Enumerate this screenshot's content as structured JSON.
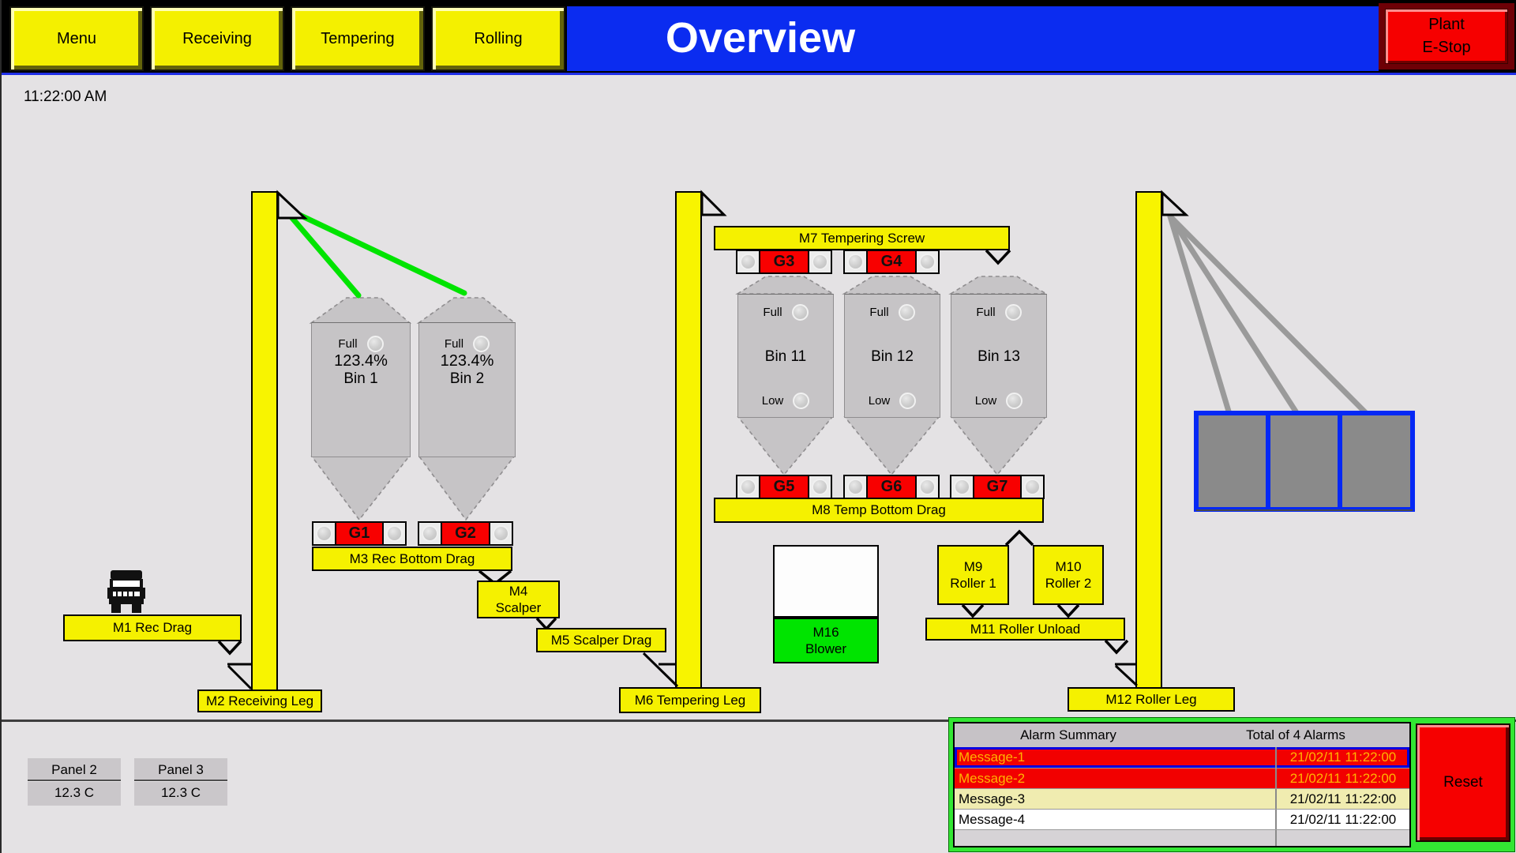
{
  "colors": {
    "title_blue": "#0b2cf0",
    "equipment_yellow": "#f5f100",
    "alarm_red": "#f20000",
    "run_green": "#00e400",
    "gate_red": "#f80000",
    "selected_row_blue": "#0000e0",
    "alarm_frame_green": "#33e633"
  },
  "header": {
    "nav": [
      {
        "label": "Menu"
      },
      {
        "label": "Receiving"
      },
      {
        "label": "Tempering"
      },
      {
        "label": "Rolling"
      }
    ],
    "title": "Overview",
    "estop_line1": "Plant",
    "estop_line2": "E-Stop"
  },
  "clock": "11:22:00 AM",
  "receiving": {
    "m1_label": "M1 Rec Drag",
    "m2_label": "M2 Receiving Leg",
    "m3_label": "M3 Rec Bottom Drag",
    "m4_line1": "M4",
    "m4_line2": "Scalper",
    "m5_label": "M5 Scalper Drag",
    "gates": [
      {
        "label": "G1"
      },
      {
        "label": "G2"
      }
    ],
    "bins": [
      {
        "full": "Full",
        "level": "123.4%",
        "name": "Bin 1"
      },
      {
        "full": "Full",
        "level": "123.4%",
        "name": "Bin 2"
      }
    ]
  },
  "tempering": {
    "m6_label": "M6 Tempering Leg",
    "m7_label": "M7 Tempering Screw",
    "m8_label": "M8 Temp Bottom Drag",
    "top_gates": [
      {
        "label": "G3"
      },
      {
        "label": "G4"
      }
    ],
    "bottom_gates": [
      {
        "label": "G5"
      },
      {
        "label": "G6"
      },
      {
        "label": "G7"
      }
    ],
    "bins": [
      {
        "full": "Full",
        "name": "Bin 11",
        "low": "Low"
      },
      {
        "full": "Full",
        "name": "Bin 12",
        "low": "Low"
      },
      {
        "full": "Full",
        "name": "Bin 13",
        "low": "Low"
      }
    ]
  },
  "rolling": {
    "m9_line1": "M9",
    "m9_line2": "Roller 1",
    "m10_line1": "M10",
    "m10_line2": "Roller 2",
    "m11_label": "M11 Roller Unload",
    "m12_label": "M12 Roller Leg",
    "m16_line1": "M16",
    "m16_line2": "Blower"
  },
  "panels": [
    {
      "name": "Panel 2",
      "temp": "12.3 C"
    },
    {
      "name": "Panel 3",
      "temp": "12.3 C"
    }
  ],
  "alarm_summary": {
    "header_left": "Alarm Summary",
    "header_right": "Total of 4 Alarms",
    "reset_label": "Reset",
    "rows": [
      {
        "message": "Message-1",
        "timestamp": "21/02/11 11:22:00"
      },
      {
        "message": "Message-2",
        "timestamp": "21/02/11 11:22:00"
      },
      {
        "message": "Message-3",
        "timestamp": "21/02/11 11:22:00"
      },
      {
        "message": "Message-4",
        "timestamp": "21/02/11 11:22:00"
      }
    ]
  }
}
